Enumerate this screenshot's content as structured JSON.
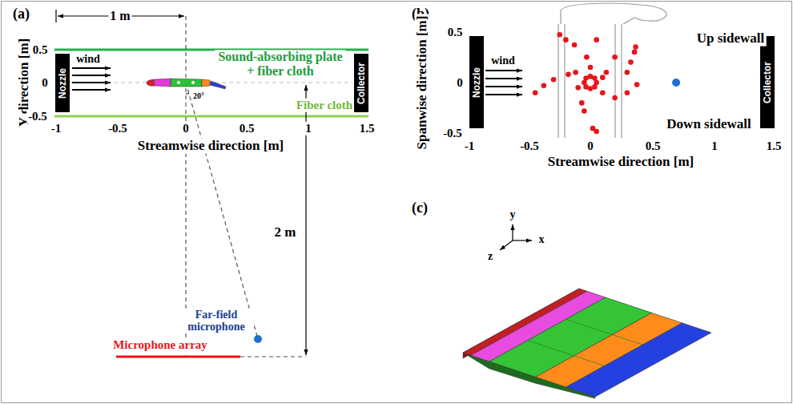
{
  "diagram": {
    "nodes": [
      {
        "text": [
          "Nozzle"
        ]
      },
      {
        "text": [
          "Collector"
        ]
      },
      {
        "text": [
          "Nozzle"
        ]
      },
      {
        "text": [
          "Collector"
        ]
      }
    ],
    "labels": [
      "(a)",
      "1 m",
      "Y direction [m]",
      "0.5",
      "0",
      "-0.5",
      "wind",
      "Sound-absorbing plate + fiber cloth",
      "Fiber cloth",
      "20°",
      "-1",
      "-0.5",
      "0",
      "0.5",
      "1",
      "1.5",
      "Streamwise direction [m]",
      "2 m",
      "Far-field microphone",
      "Microphone array",
      "(b)",
      "Spanwise direction [m]",
      "0.5",
      "0",
      "-0.5",
      "wind",
      "Up sidewall",
      "Down sidewall",
      "-1",
      "-0.5",
      "0",
      "0.5",
      "1",
      "1.5",
      "Streamwise direction [m]",
      "(c)",
      "y",
      "x",
      "z"
    ]
  }
}
